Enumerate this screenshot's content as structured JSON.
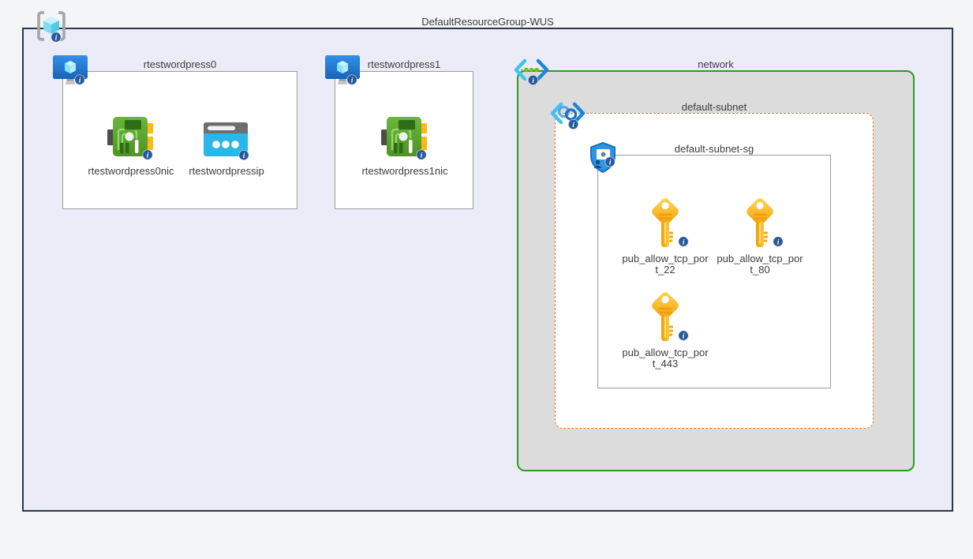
{
  "resource_group": {
    "title": "DefaultResourceGroup-WUS",
    "vm_groups": [
      {
        "title": "rtestwordpress0",
        "resources": [
          {
            "type": "network-interface",
            "label": "rtestwordpress0nic"
          },
          {
            "type": "public-ip-address",
            "label": "rtestwordpressip"
          }
        ]
      },
      {
        "title": "rtestwordpress1",
        "resources": [
          {
            "type": "network-interface",
            "label": "rtestwordpress1nic"
          }
        ]
      }
    ],
    "network": {
      "title": "network",
      "subnet": {
        "title": "default-subnet",
        "security_group": {
          "title": "default-subnet-sg",
          "rules": [
            {
              "name": "pub_allow_tcp_port_22",
              "lines": [
                "pub_allow_tcp_por",
                "t_22"
              ]
            },
            {
              "name": "pub_allow_tcp_port_80",
              "lines": [
                "pub_allow_tcp_por",
                "t_80"
              ]
            },
            {
              "name": "pub_allow_tcp_port_443",
              "lines": [
                "pub_allow_tcp_por",
                "t_443"
              ]
            }
          ]
        }
      }
    },
    "icons": {
      "resource_group": "brackets-cube-icon",
      "virtual_machine": "monitor-cube-icon",
      "network_interface": "green-circuit-board-icon",
      "public_ip": "browser-dots-icon",
      "virtual_network": "chevrons-dotted-line-icon",
      "subnet": "chevrons-chain-link-icon",
      "network_security_group": "blue-shield-icon",
      "security_rule": "gold-key-icon",
      "info": "info-badge-icon"
    },
    "colors": {
      "page_bg": "#f4f5f7",
      "resource_group_fill": "#ececf9",
      "resource_group_border": "#2a3847",
      "resource_box_border": "#9a9a9a",
      "network_fill": "#dcdcdc",
      "network_border": "#2f9a1d",
      "subnet_border": "#e0762c",
      "key_gold": "#fdb813",
      "nic_green": "#5aa832",
      "ip_cyan": "#29b7e8",
      "vm_blue": "#2277cf",
      "info_badge_blue": "#265a9a",
      "label_text": "#3c3c3c"
    }
  }
}
